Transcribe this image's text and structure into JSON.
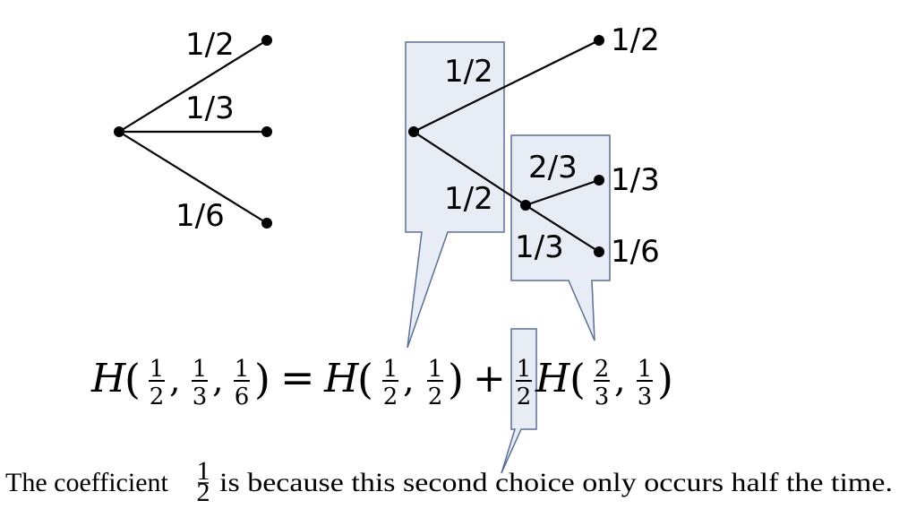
{
  "left_tree": {
    "edge_labels": [
      "1/2",
      "1/3",
      "1/6"
    ]
  },
  "right_tree": {
    "first_level_labels": [
      "1/2",
      "1/2"
    ],
    "second_level_labels": [
      "2/3",
      "1/3"
    ],
    "leaf_labels": [
      "1/2",
      "1/3",
      "1/6"
    ]
  },
  "equation": {
    "lhs": {
      "func": "H",
      "args": [
        [
          "1",
          "2"
        ],
        [
          "1",
          "3"
        ],
        [
          "1",
          "6"
        ]
      ]
    },
    "equals": "=",
    "term1": {
      "func": "H",
      "args": [
        [
          "1",
          "2"
        ],
        [
          "1",
          "2"
        ]
      ]
    },
    "plus": "+",
    "coefficient": [
      "1",
      "2"
    ],
    "term2": {
      "func": "H",
      "args": [
        [
          "2",
          "3"
        ],
        [
          "1",
          "3"
        ]
      ]
    }
  },
  "caption": {
    "before": "The coefficient",
    "fraction": [
      "1",
      "2"
    ],
    "after": "is because this second choice only occurs half the time."
  },
  "colors": {
    "callout_fill": "#e8ecf5",
    "callout_stroke": "#5b6f96",
    "ink": "#000000"
  }
}
